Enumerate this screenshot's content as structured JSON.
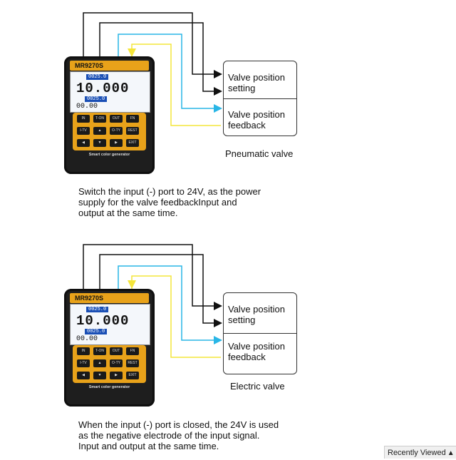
{
  "diagrams": [
    {
      "device": {
        "model": "MR9270S",
        "screen_top": "0025.0",
        "screen_big": "10.000",
        "screen_mid": "0025.0",
        "screen_bottom": "00.00",
        "brand": "Smart color generator",
        "keys": [
          "IN",
          "T-ON",
          "OUT",
          "FN",
          "I-TV",
          "▲",
          "O-TY",
          "REST",
          "◀",
          "▼",
          "▶",
          "EXIT"
        ]
      },
      "valve": {
        "setting": [
          "Valve position",
          "setting"
        ],
        "feedback": [
          "Valve position",
          "feedback"
        ],
        "label": "Pneumatic valve"
      },
      "caption": [
        "Switch the input (-) port to 24V, as the power",
        "supply for the valve feedbackInput and",
        "output at the same time."
      ]
    },
    {
      "device": {
        "model": "MR9270S",
        "screen_top": "0025.0",
        "screen_big": "10.000",
        "screen_mid": "0025.0",
        "screen_bottom": "00.00",
        "brand": "Smart color generator",
        "keys": [
          "IN",
          "T-ON",
          "OUT",
          "FN",
          "I-TV",
          "▲",
          "O-TY",
          "REST",
          "◀",
          "▼",
          "▶",
          "EXIT"
        ]
      },
      "valve": {
        "setting": [
          "Valve position",
          "setting"
        ],
        "feedback": [
          "Valve position",
          "feedback"
        ],
        "label": "Electric valve"
      },
      "caption": [
        "When the input (-) port is closed, the 24V is used",
        "as the negative electrode of the input signal.",
        "Input and output at the same time."
      ]
    }
  ],
  "wire_colors": {
    "black": "#111111",
    "cyan": "#29b6e6",
    "yellow": "#f4e53a"
  },
  "recently_viewed": "Recently Viewed"
}
